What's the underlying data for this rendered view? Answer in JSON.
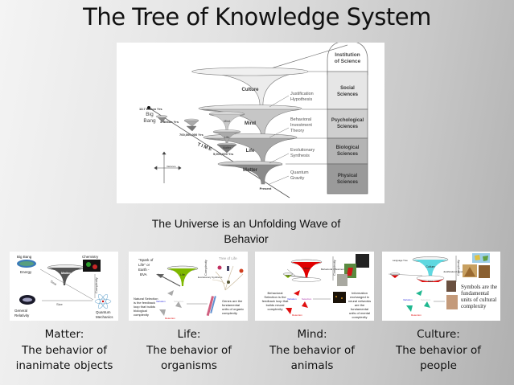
{
  "slide": {
    "title": "The Tree of Knowledge System",
    "subtitle_line1": "The Universe is an Unfolding Wave of",
    "subtitle_line2": "Behavior"
  },
  "main_diagram": {
    "institution": [
      "Institution",
      "of Science"
    ],
    "sciences": [
      {
        "line1": "Social",
        "line2": "Sciences",
        "color": "#e6e6e6"
      },
      {
        "line1": "Psychological",
        "line2": "Sciences",
        "color": "#cfcfcf"
      },
      {
        "line1": "Biological",
        "line2": "Sciences",
        "color": "#b4b4b4"
      },
      {
        "line1": "Physical",
        "line2": "Sciences",
        "color": "#9a9a9a"
      }
    ],
    "cones": [
      "Culture",
      "Mind",
      "Life",
      "Matter"
    ],
    "joint_points": [
      {
        "line1": "Justification",
        "line2": "Hypothesis",
        "line3": ""
      },
      {
        "line1": "Behavioral",
        "line2": "Investment",
        "line3": "Theory"
      },
      {
        "line1": "Evolutionary",
        "line2": "Synthesis",
        "line3": ""
      },
      {
        "line1": "Quantum",
        "line2": "Gravity",
        "line3": ""
      }
    ],
    "timeline": {
      "big_bang_time": "13.7 Billion Yrs",
      "big_bang_line1": "Big",
      "big_bang_line2": "Bang",
      "t2": "4 Billion Yrs",
      "t3": "700,000,000 Yrs",
      "t4": "5,000,000 Yrs",
      "present": "Present",
      "time_label": "TIME",
      "small_cones": [
        "Mind",
        "Life",
        "Matter"
      ]
    },
    "axis_label": "Variance"
  },
  "panels": [
    {
      "id": "matter",
      "labels": {
        "big_bang": "Big Bang",
        "energy": "Energy",
        "chemistry": "Chemistry",
        "cone": "Matter",
        "time": "Time",
        "complexity": "Complexity",
        "size": "Size",
        "gr1": "General",
        "gr2": "Relativity",
        "qm1": "Quantum",
        "qm2": "Mechanics"
      },
      "caption": [
        "Matter:",
        "The behavior of",
        "inanimate objects"
      ]
    },
    {
      "id": "life",
      "labels": {
        "spark1": "\"Spark of",
        "spark2": "Life\" or",
        "spark3": "Earth -",
        "spark4": "BVA",
        "cone": "Life",
        "synth": "Evolutionary Synthesis",
        "tree": "Tree of Life",
        "complexity": "Complexity",
        "ns1": "Natural Selection",
        "ns2": "is the feedback",
        "ns3": "loop that builds",
        "ns4": "biological",
        "ns5": "complexity",
        "variation": "Variation",
        "selection": "Selection",
        "retention": "Retention",
        "g1": "Genes are the",
        "g2": "fundamental",
        "g3": "units of organic",
        "g4": "complexity"
      },
      "caption": [
        "Life:",
        "The behavior of",
        "organisms"
      ]
    },
    {
      "id": "mind",
      "labels": {
        "cone": "Mind",
        "small": "Life",
        "bit": "Behavioral Investment Theory",
        "complexity": "Complexity",
        "b1": "Behavioral",
        "b2": "Selection is the",
        "b3": "feedback loop that",
        "b4": "builds neural",
        "b5": "complexity",
        "variation": "Variation",
        "selection": "Selection",
        "retention": "Retention",
        "i1": "Information",
        "i2": "exchanged in",
        "i3": "neural networks",
        "i4": "are the",
        "i5": "fundamental",
        "i6": "units of mental",
        "i7": "complexity"
      },
      "caption": [
        "Mind:",
        "The behavior of",
        "animals"
      ]
    },
    {
      "id": "culture",
      "labels": {
        "cone": "Culture",
        "small": "Mind",
        "jh": "Justification Hypothesis",
        "lang": "Language Tree",
        "complexity": "Complexity",
        "variation": "Variation",
        "selection": "Selection",
        "retention": "Retention",
        "s1": "Symbols are the",
        "s2": "fundamental",
        "s3": "units of cultural",
        "s4": "complexity"
      },
      "caption": [
        "Culture:",
        "The behavior of",
        "people"
      ]
    }
  ],
  "colors": {
    "life_cone": "#7fb800",
    "mind_cone": "#e00000",
    "culture_cone": "#5fd8e0",
    "arrow_red": "#e01010",
    "arrow_gray": "#999999",
    "arrow_teal": "#20b890"
  }
}
